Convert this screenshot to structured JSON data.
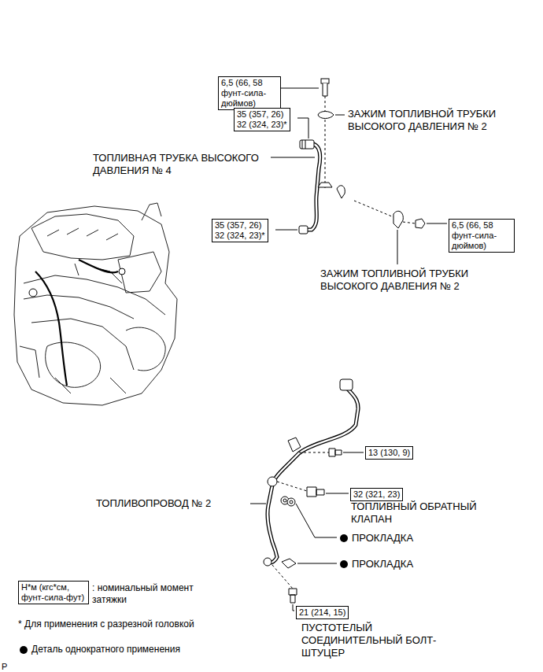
{
  "diagram": {
    "nodes": [
      {
        "text": [
          "6,5 (66, 58 фунт-сила-дюймов)"
        ]
      },
      {
        "text": [
          "35 (357, 26)",
          "32 (324, 23)*"
        ]
      },
      {
        "text": [
          "35 (357, 26)",
          "32 (324, 23)*"
        ]
      },
      {
        "text": [
          "6,5 (66, 58 фунт-сила-дюймов)"
        ]
      },
      {
        "text": [
          "13 (130, 9)"
        ]
      },
      {
        "text": [
          "32 (321, 23)"
        ]
      },
      {
        "text": [
          "21 (214, 15)"
        ]
      },
      {
        "text": [
          "Н*м (кгс*см, фунт-сила-фут)"
        ]
      }
    ],
    "labels": [
      "ЗАЖИМ ТОПЛИВНОЙ ТРУБКИ ВЫСОКОГО ДАВЛЕНИЯ № 2",
      "ТОПЛИВНАЯ ТРУБКА ВЫСОКОГО ДАВЛЕНИЯ № 4",
      "ЗАЖИМ ТОПЛИВНОЙ ТРУБКИ ВЫСОКОГО ДАВЛЕНИЯ № 2",
      "ТОПЛИВОПРОВОД № 2",
      "ТОПЛИВНЫЙ ОБРАТНЫЙ КЛАПАН",
      "ПРОКЛАДКА",
      "ПРОКЛАДКА",
      "ПУСТОТЕЛЫЙ СОЕДИНИТЕЛЬНЫЙ БОЛТ-ШТУЦЕР",
      ": номинальный момент затяжки",
      "* Для применения с разрезной головкой",
      "Деталь однократного применения",
      "P"
    ]
  }
}
